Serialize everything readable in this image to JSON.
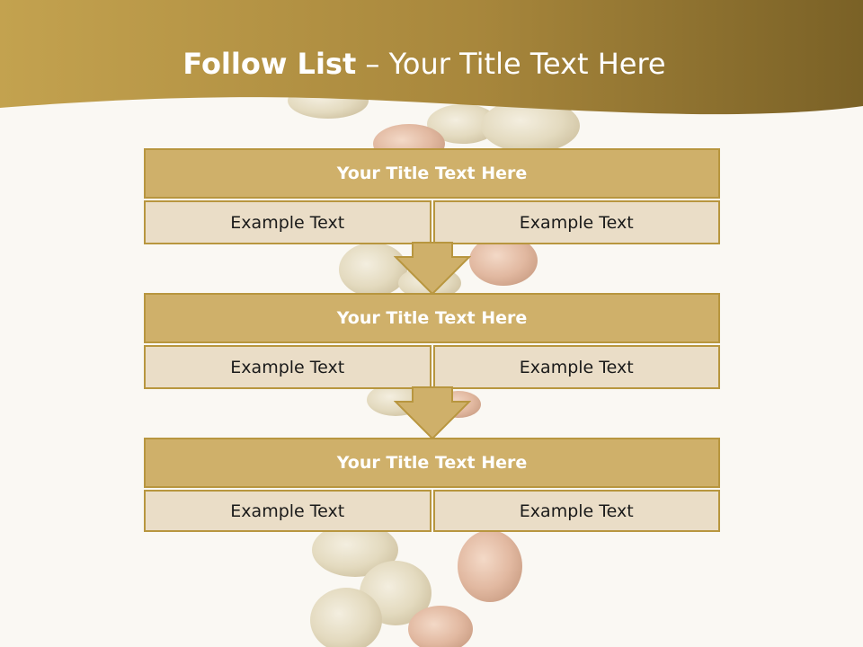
{
  "slide": {
    "title_bold": "Follow List",
    "title_rest": " – Your Title Text Here"
  },
  "blocks": [
    {
      "title": "Your Title Text Here",
      "cells": [
        "Example Text",
        "Example Text"
      ]
    },
    {
      "title": "Your Title Text Here",
      "cells": [
        "Example Text",
        "Example Text"
      ]
    },
    {
      "title": "Your Title Text Here",
      "cells": [
        "Example Text",
        "Example Text"
      ]
    }
  ],
  "colors": {
    "header_band": "#9c7c35",
    "block_title_fill": "#cfb06a",
    "block_border": "#b8963f",
    "cell_fill": "#eaddc7",
    "arrow_fill": "#cfb06a"
  },
  "icons": {
    "background": "falling-coins-image",
    "arrow": "down-arrow-icon"
  }
}
